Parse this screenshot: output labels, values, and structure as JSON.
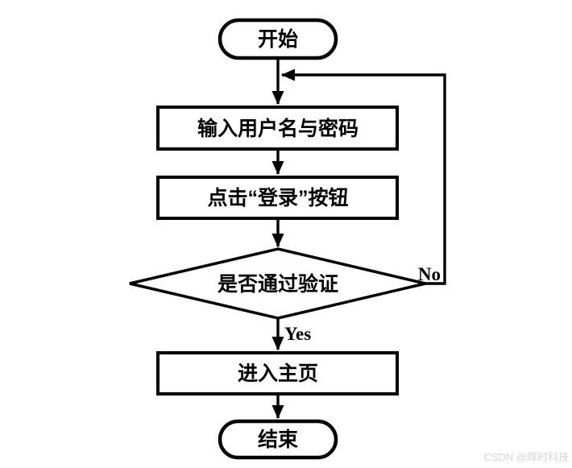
{
  "flowchart": {
    "title_hint": "login flow diagram",
    "nodes": {
      "start": "开始",
      "input_credentials": "输入用户名与密码",
      "click_login": "点击“登录”按钮",
      "verify_decision": "是否通过验证",
      "enter_home": "进入主页",
      "end": "结束"
    },
    "edge_labels": {
      "yes": "Yes",
      "no": "No"
    },
    "colors": {
      "stroke": "#000000",
      "background": "#ffffff",
      "watermark": "#d5d5d5"
    },
    "watermark": "CSDN @辉时科技"
  }
}
